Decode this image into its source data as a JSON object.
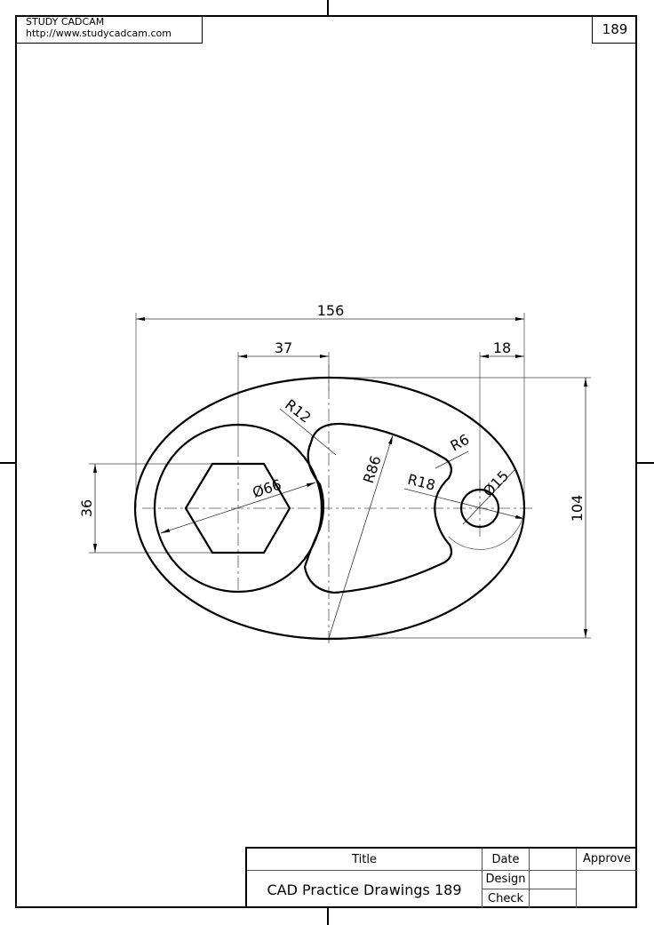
{
  "header": {
    "company": "STUDY CADCAM",
    "url": "http://www.studycadcam.com",
    "page_number": "189"
  },
  "title_block": {
    "title_label": "Title",
    "title_value": "CAD Practice Drawings 189",
    "date_label": "Date",
    "design_label": "Design",
    "check_label": "Check",
    "approve_label": "Approve"
  },
  "drawing": {
    "dimensions": {
      "overall_width": "156",
      "hex_to_center": "37",
      "hole_to_edge": "18",
      "overall_height": "104",
      "hex_across_flats": "36",
      "circle_diameter": "Ø66",
      "hole_diameter": "Ø15",
      "r12": "R12",
      "r86": "R86",
      "r6": "R6",
      "r18": "R18"
    }
  }
}
